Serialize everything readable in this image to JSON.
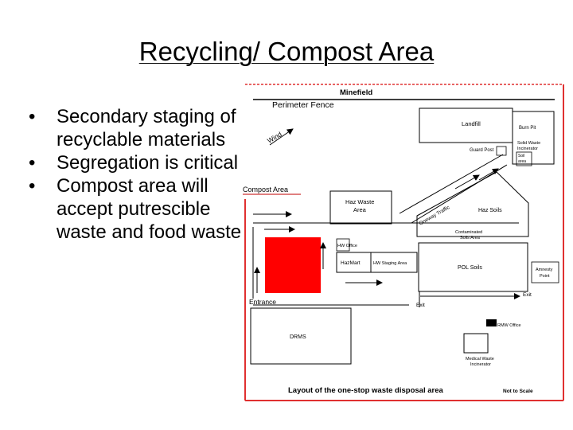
{
  "slide": {
    "title": "Recycling/ Compost Area",
    "bullets": [
      "Secondary staging of recyclable materials",
      "Segregation is critical",
      "Compost area will accept putrescible waste and food waste"
    ]
  },
  "map": {
    "labels": {
      "minefield": "Minefield",
      "perimeter_fence": "Perimeter Fence",
      "wind": "Wind",
      "landfill": "Landfill",
      "burn_pit": "Burn Pit",
      "solid_waste_incinerator": "Solid Waste Incinerator",
      "guard_post": "Guard Post",
      "soil_area": "Soil area",
      "compost_area": "Compost Area",
      "haz_waste_area": "Haz Waste Area",
      "oneway_traffic": "Oneway Traffic",
      "haz_soils": "Haz Soils",
      "contaminated_soils_area": "Contaminated Soils Area",
      "hw_office": "HW Office",
      "hazmart": "HazMart",
      "hw_staging_area": "HW Staging Area",
      "pol_soils": "POL Soils",
      "amnesty_point": "Amnesty Point",
      "entrance": "Entrance",
      "exit_center": "Exit",
      "exit_right": "Exit",
      "drms": "DRMS",
      "rmw_office": "RMW Office",
      "medical_waste_incinerator": "Medical Waste Incinerator",
      "caption": "Layout of the one-stop waste disposal area",
      "not_to_scale": "Not to Scale"
    },
    "colors": {
      "compost_highlight": "#ff0000",
      "minefield_border": "#e03030",
      "accent_line": "#c00000"
    }
  }
}
